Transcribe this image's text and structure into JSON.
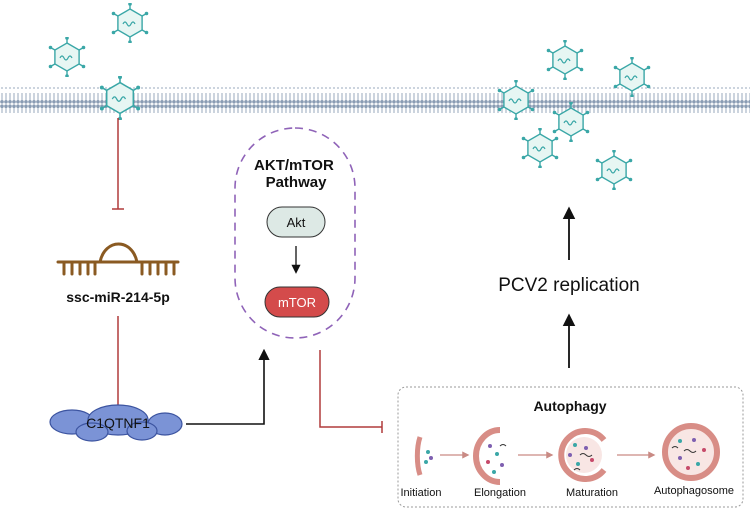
{
  "labels": {
    "mirna": "ssc-miR-214-5p",
    "c1qtnf1": "C1QTNF1",
    "pathway_title_line1": "AKT/mTOR",
    "pathway_title_line2": "Pathway",
    "akt": "Akt",
    "mtor": "mTOR",
    "pcv2": "PCV2 replication",
    "autophagy_title": "Autophagy",
    "stage_initiation": "Initiation",
    "stage_elongation": "Elongation",
    "stage_maturation": "Maturation",
    "stage_autophagosome": "Autophagosome"
  },
  "colors": {
    "virus": "#3aa7a7",
    "virus_fill": "#e7f6f3",
    "membrane": "#8a9cb3",
    "inhibit": "#b13b3b",
    "arrow": "#111111",
    "mirna": "#8a5a22",
    "protein": "#7b93d6",
    "akt_fill": "#dde9e5",
    "mtor_fill": "#d44b4b",
    "pathway_border": "#8f63b8",
    "autophagy_border": "#9a9a9a",
    "flow_arrow": "#c98a84"
  },
  "icons": [
    "virus-particle-icon",
    "cell-membrane",
    "microrna-hairpin-icon",
    "protein-blob-icon",
    "phagophore-icon",
    "autophagosome-icon"
  ]
}
